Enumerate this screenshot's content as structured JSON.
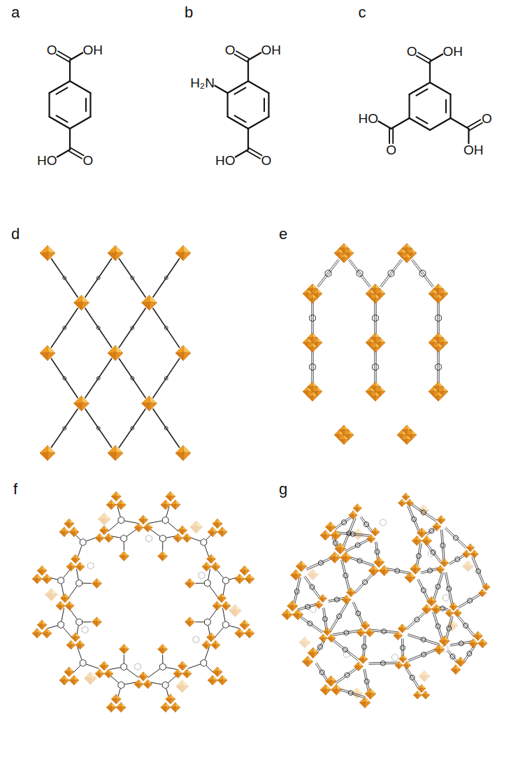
{
  "diagram": {
    "labels": [
      "a",
      "b",
      "c",
      "O",
      "OH",
      "HO",
      "O",
      "O",
      "OH",
      "H₂N",
      "HO",
      "O",
      "O",
      "OH",
      "HO",
      "O",
      "O",
      "OH",
      "d",
      "e",
      "f",
      "g"
    ]
  }
}
